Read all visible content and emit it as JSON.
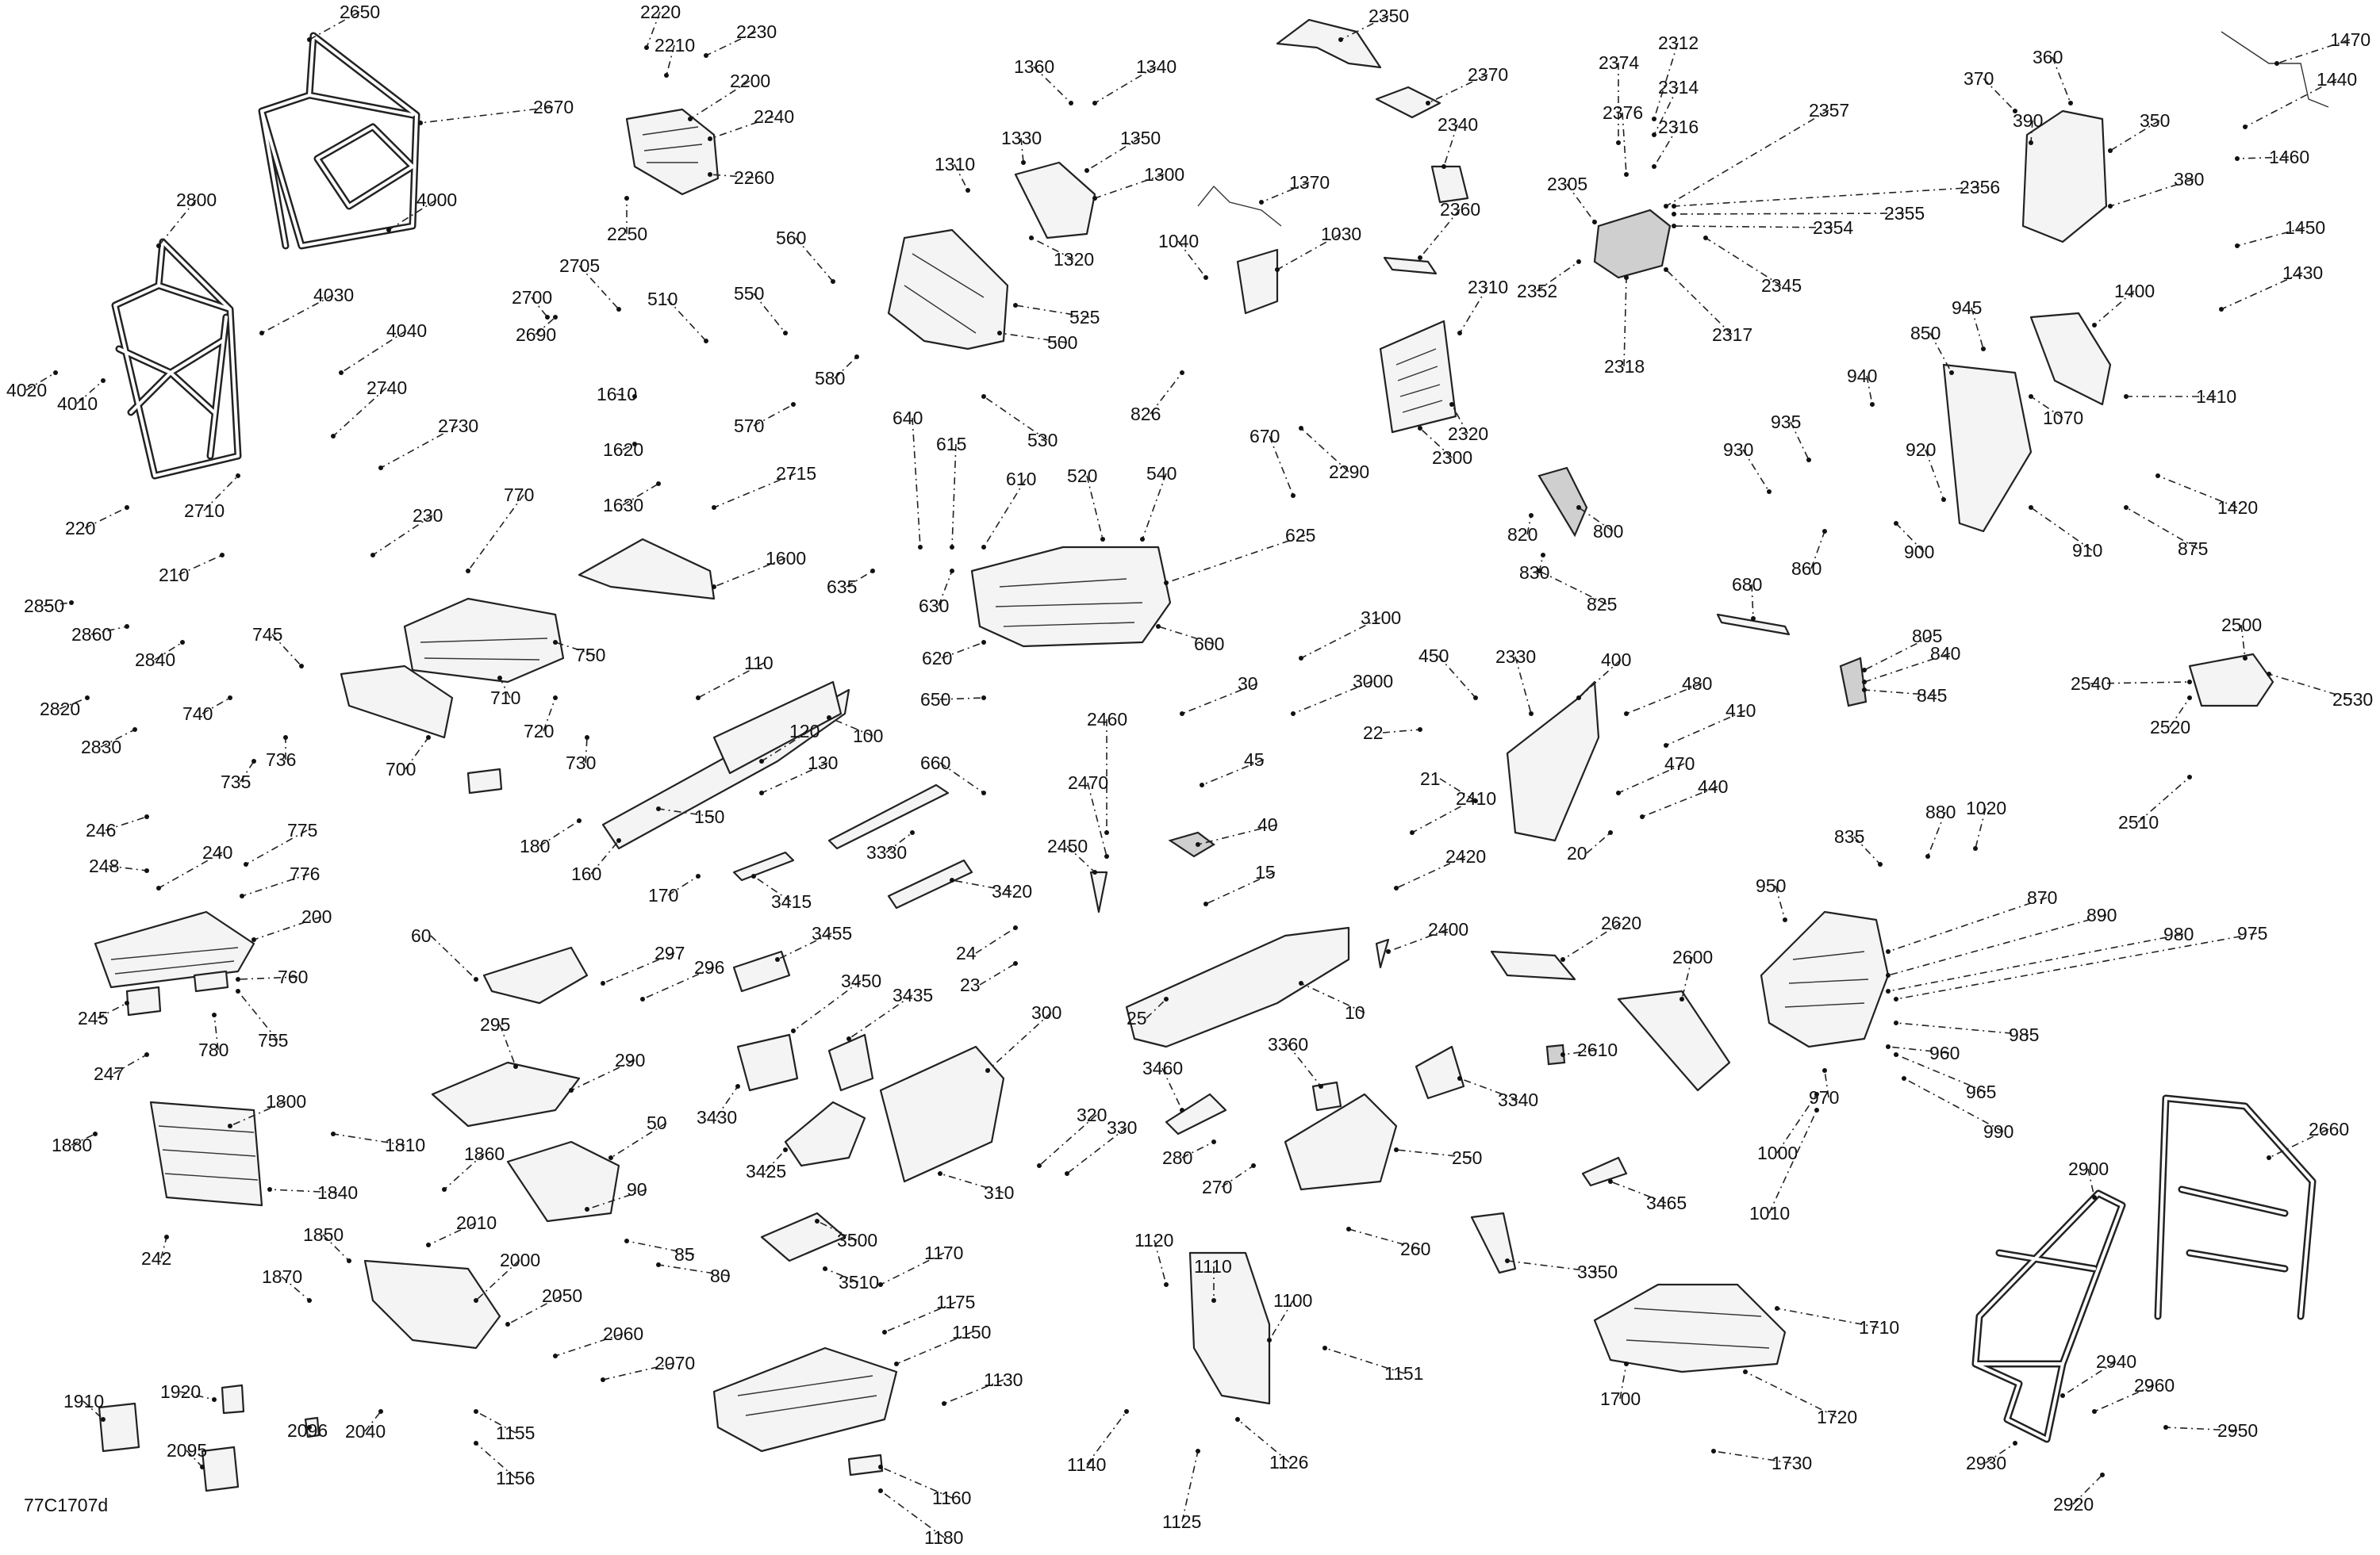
{
  "diagram": {
    "code": "77C1707d",
    "labels": [
      "10",
      "15",
      "20",
      "21",
      "22",
      "23",
      "24",
      "25",
      "30",
      "40",
      "45",
      "50",
      "60",
      "80",
      "85",
      "90",
      "100",
      "110",
      "120",
      "130",
      "150",
      "160",
      "170",
      "180",
      "200",
      "210",
      "220",
      "230",
      "240",
      "242",
      "245",
      "246",
      "247",
      "248",
      "250",
      "260",
      "270",
      "280",
      "290",
      "295",
      "296",
      "297",
      "300",
      "310",
      "320",
      "330",
      "350",
      "360",
      "370",
      "380",
      "390",
      "400",
      "410",
      "440",
      "450",
      "470",
      "480",
      "500",
      "510",
      "520",
      "525",
      "530",
      "540",
      "550",
      "560",
      "570",
      "580",
      "600",
      "610",
      "615",
      "620",
      "625",
      "630",
      "635",
      "640",
      "650",
      "660",
      "670",
      "680",
      "700",
      "710",
      "720",
      "730",
      "735",
      "736",
      "740",
      "745",
      "750",
      "755",
      "760",
      "770",
      "775",
      "776",
      "780",
      "800",
      "805",
      "820",
      "825",
      "826",
      "830",
      "835",
      "840",
      "845",
      "850",
      "860",
      "870",
      "875",
      "880",
      "890",
      "900",
      "910",
      "920",
      "930",
      "935",
      "940",
      "945",
      "950",
      "960",
      "965",
      "970",
      "975",
      "980",
      "985",
      "990",
      "1000",
      "1010",
      "1020",
      "1030",
      "1040",
      "1070",
      "1100",
      "1110",
      "1120",
      "1125",
      "1126",
      "1130",
      "1140",
      "1150",
      "1151",
      "1155",
      "1156",
      "1160",
      "1170",
      "1175",
      "1180",
      "1300",
      "1310",
      "1320",
      "1330",
      "1340",
      "1350",
      "1360",
      "1370",
      "1400",
      "1410",
      "1420",
      "1430",
      "1440",
      "1450",
      "1460",
      "1470",
      "1600",
      "1610",
      "1620",
      "1630",
      "1700",
      "1710",
      "1720",
      "1730",
      "1800",
      "1810",
      "1840",
      "1850",
      "1860",
      "1870",
      "1880",
      "1910",
      "1920",
      "2000",
      "2010",
      "2040",
      "2050",
      "2060",
      "2070",
      "2095",
      "2096",
      "2200",
      "2210",
      "2220",
      "2230",
      "2240",
      "2250",
      "2260",
      "2290",
      "2300",
      "2305",
      "2310",
      "2312",
      "2314",
      "2316",
      "2317",
      "2318",
      "2320",
      "2330",
      "2340",
      "2345",
      "2350",
      "2352",
      "2354",
      "2355",
      "2356",
      "2357",
      "2360",
      "2370",
      "2374",
      "2376",
      "2400",
      "2410",
      "2420",
      "2450",
      "2460",
      "2470",
      "2500",
      "2510",
      "2520",
      "2530",
      "2540",
      "2600",
      "2610",
      "2620",
      "2650",
      "2660",
      "2670",
      "2690",
      "2700",
      "2705",
      "2710",
      "2715",
      "2730",
      "2740",
      "2800",
      "2820",
      "2830",
      "2840",
      "2850",
      "2860",
      "2900",
      "2920",
      "2930",
      "2940",
      "2950",
      "2960",
      "3000",
      "3100",
      "3330",
      "3340",
      "3350",
      "3360",
      "3415",
      "3420",
      "3425",
      "3430",
      "3435",
      "3450",
      "3455",
      "3460",
      "3465",
      "3500",
      "3510",
      "4000",
      "4010",
      "4020",
      "4030",
      "4040"
    ]
  }
}
